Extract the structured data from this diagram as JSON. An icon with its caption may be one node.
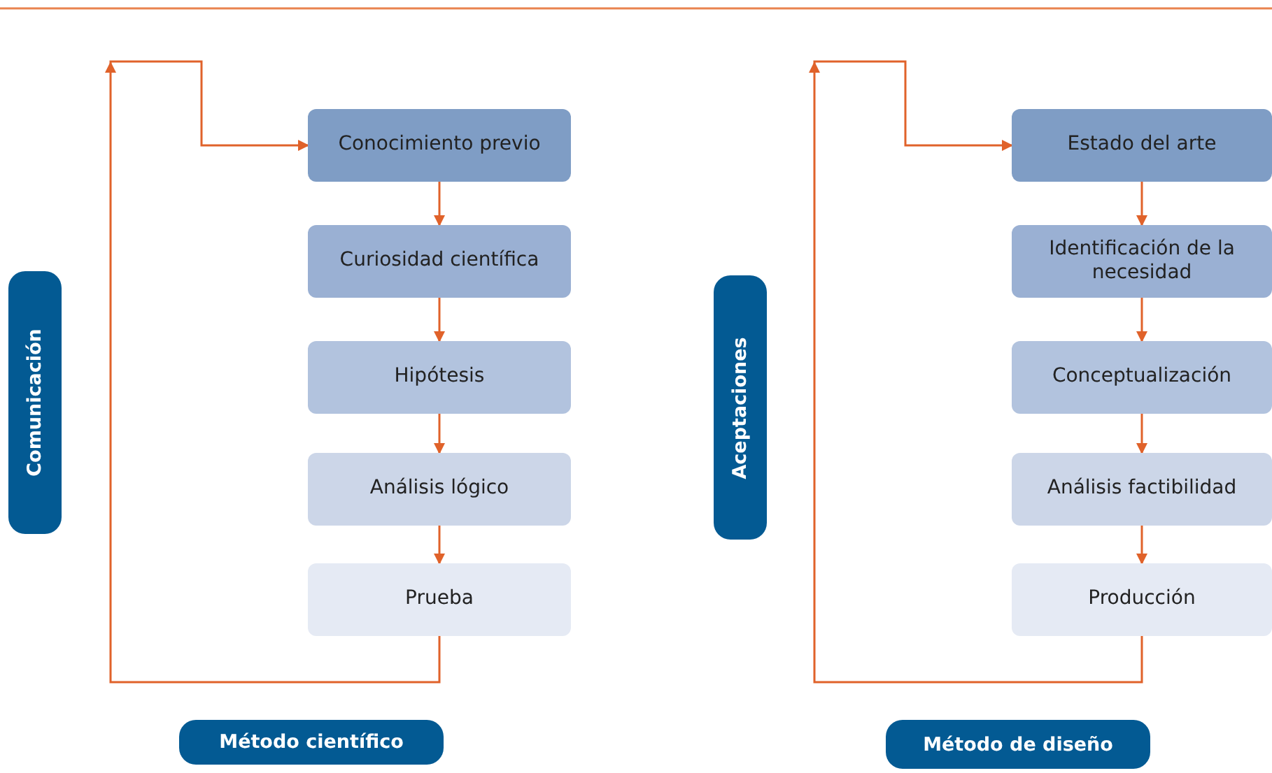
{
  "diagram": {
    "nodes": [
      {
        "text": [
          "Conocimiento previo"
        ]
      },
      {
        "text": [
          "Curiosidad científica"
        ]
      },
      {
        "text": [
          "Hipótesis"
        ]
      },
      {
        "text": [
          "Análisis lógico"
        ]
      },
      {
        "text": [
          "Prueba"
        ]
      },
      {
        "text": [
          "Comunicación"
        ]
      },
      {
        "text": [
          "Método científico"
        ]
      },
      {
        "text": [
          "Estado del arte"
        ]
      },
      {
        "text": [
          "Identificación de la necesidad"
        ]
      },
      {
        "text": [
          "Conceptualización"
        ]
      },
      {
        "text": [
          "Análisis factibilidad"
        ]
      },
      {
        "text": [
          "Producción"
        ]
      },
      {
        "text": [
          "Aceptaciones"
        ]
      },
      {
        "text": [
          "Método de diseño"
        ]
      }
    ],
    "edges": [
      {
        "from": 0,
        "to": 1,
        "arrow": "to"
      },
      {
        "from": 1,
        "to": 2,
        "arrow": "to"
      },
      {
        "from": 2,
        "to": 3,
        "arrow": "to"
      },
      {
        "from": 3,
        "to": 4,
        "arrow": "to"
      },
      {
        "from": 4,
        "to": 0,
        "arrow": "to"
      },
      {
        "from": 7,
        "to": 8,
        "arrow": "to"
      },
      {
        "from": 8,
        "to": 9,
        "arrow": "to"
      },
      {
        "from": 9,
        "to": 10,
        "arrow": "to"
      },
      {
        "from": 10,
        "to": 11,
        "arrow": "to"
      },
      {
        "from": 11,
        "to": 7,
        "arrow": "to"
      }
    ]
  }
}
